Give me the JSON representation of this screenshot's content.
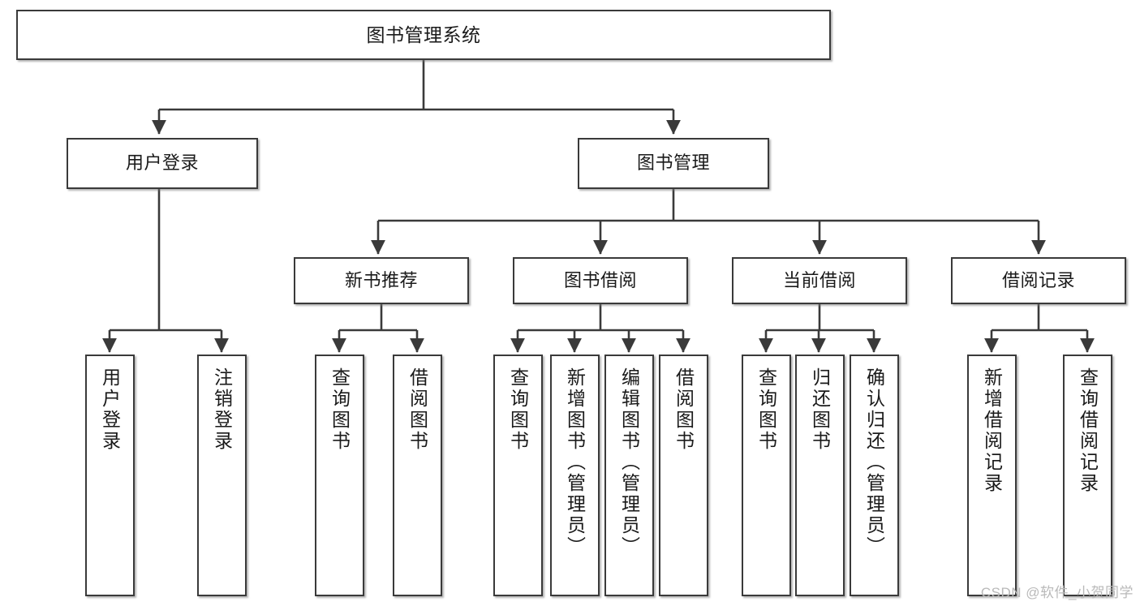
{
  "diagram": {
    "title": "图书管理系统",
    "type": "tree-hierarchy-diagram",
    "watermark": "CSDN @软件_小贺同学",
    "colors": {
      "box_border": "#3a3a3a",
      "box_fill": "#ffffff",
      "edge": "#3a3a3a",
      "text": "#1a1a1a",
      "watermark": "#b9b9b9",
      "background": "#ffffff"
    },
    "nodes": {
      "root": {
        "label": "图书管理系统"
      },
      "level2": [
        {
          "id": "user-login",
          "label": "用户登录"
        },
        {
          "id": "book-management",
          "label": "图书管理"
        }
      ],
      "level3": [
        {
          "id": "new-book-recommend",
          "label": "新书推荐"
        },
        {
          "id": "book-borrow",
          "label": "图书借阅"
        },
        {
          "id": "current-borrow",
          "label": "当前借阅"
        },
        {
          "id": "borrow-record",
          "label": "借阅记录"
        }
      ],
      "leaves": {
        "user_login": [
          {
            "id": "leaf-user-login",
            "label": "用户登录"
          },
          {
            "id": "leaf-logout-login",
            "label": "注销登录"
          }
        ],
        "new_book_recommend": [
          {
            "id": "leaf-query-book-1",
            "label": "查询图书"
          },
          {
            "id": "leaf-borrow-book-1",
            "label": "借阅图书"
          }
        ],
        "book_borrow": [
          {
            "id": "leaf-query-book-2",
            "label": "查询图书"
          },
          {
            "id": "leaf-add-book-admin",
            "label": "新增图书（管理员）"
          },
          {
            "id": "leaf-edit-book-admin",
            "label": "编辑图书（管理员）"
          },
          {
            "id": "leaf-borrow-book-2",
            "label": "借阅图书"
          }
        ],
        "current_borrow": [
          {
            "id": "leaf-query-book-3",
            "label": "查询图书"
          },
          {
            "id": "leaf-return-book",
            "label": "归还图书"
          },
          {
            "id": "leaf-confirm-return-admin",
            "label": "确认归还（管理员）"
          }
        ],
        "borrow_record": [
          {
            "id": "leaf-add-borrow-record",
            "label": "新增借阅记录"
          },
          {
            "id": "leaf-query-borrow-record",
            "label": "查询借阅记录"
          }
        ]
      }
    }
  }
}
